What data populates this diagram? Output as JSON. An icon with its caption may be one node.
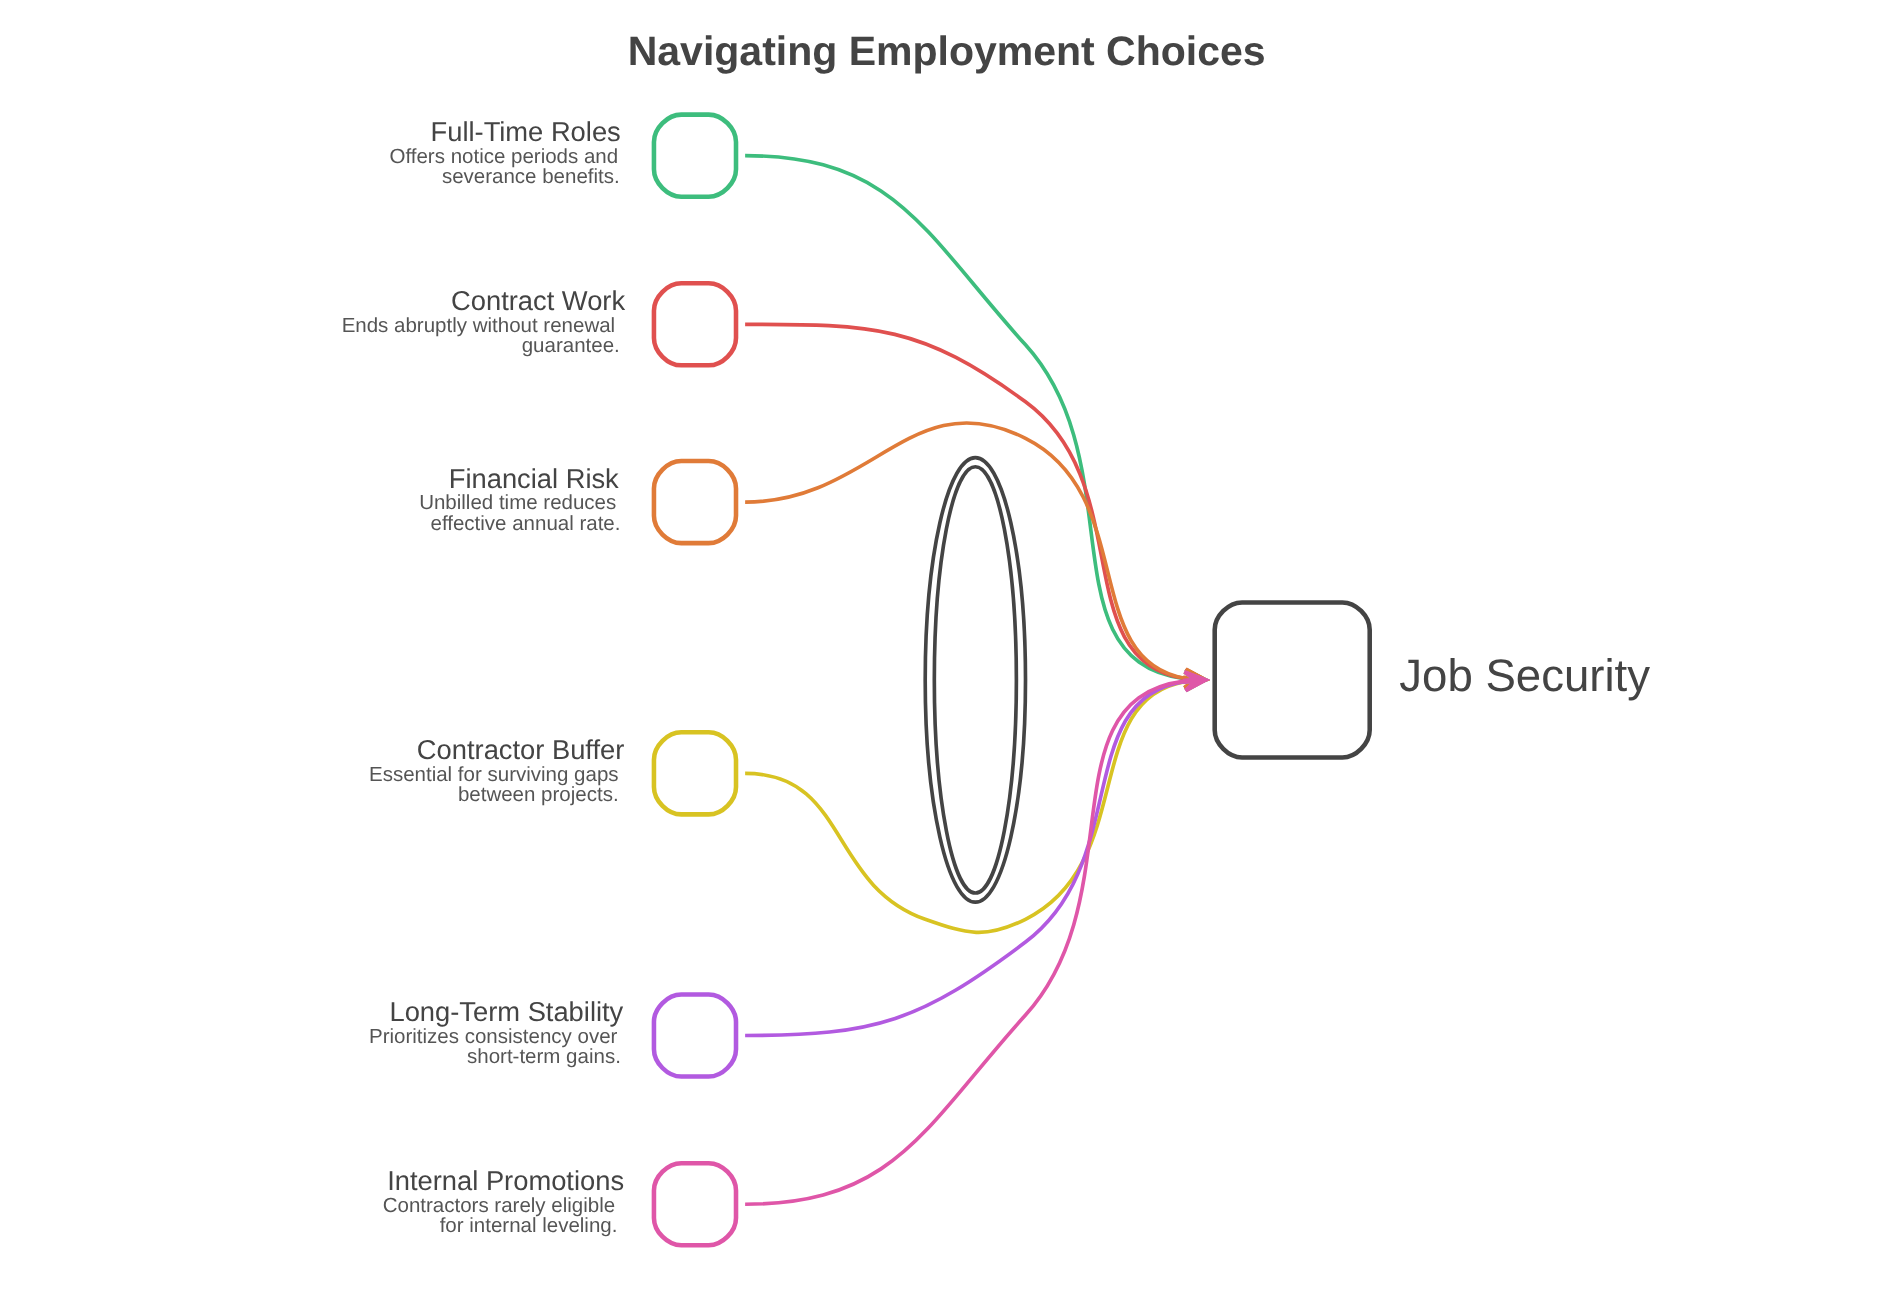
{
  "diagram": {
    "title": "Navigating Employment Choices",
    "nodes": [
      {
        "text": [
          "Full-Time Roles",
          "Offers notice periods and severance benefits."
        ]
      },
      {
        "text": [
          "Contract Work",
          "Ends abruptly without renewal guarantee."
        ]
      },
      {
        "text": [
          "Financial Risk",
          "Unbilled time reduces effective annual rate."
        ]
      },
      {
        "text": [
          "Contractor Buffer",
          "Essential for surviving gaps between projects."
        ]
      },
      {
        "text": [
          "Long-Term Stability",
          "Prioritizes consistency over short-term gains."
        ]
      },
      {
        "text": [
          "Internal Promotions",
          "Contractors rarely eligible for internal leveling."
        ]
      },
      {
        "text": [],
        "shape": "lens"
      },
      {
        "text": [
          "Job Security"
        ]
      }
    ],
    "edges": [
      {
        "from": 0,
        "to": 7,
        "arrow": "to",
        "color": "#3dbd7d"
      },
      {
        "from": 1,
        "to": 7,
        "arrow": "to",
        "color": "#e0504f"
      },
      {
        "from": 2,
        "to": 7,
        "arrow": "to",
        "color": "#e07b38"
      },
      {
        "from": 3,
        "to": 7,
        "arrow": "to",
        "color": "#d8c322"
      },
      {
        "from": 4,
        "to": 7,
        "arrow": "to",
        "color": "#b25ae0"
      },
      {
        "from": 5,
        "to": 7,
        "arrow": "to",
        "color": "#df56a8"
      }
    ]
  }
}
